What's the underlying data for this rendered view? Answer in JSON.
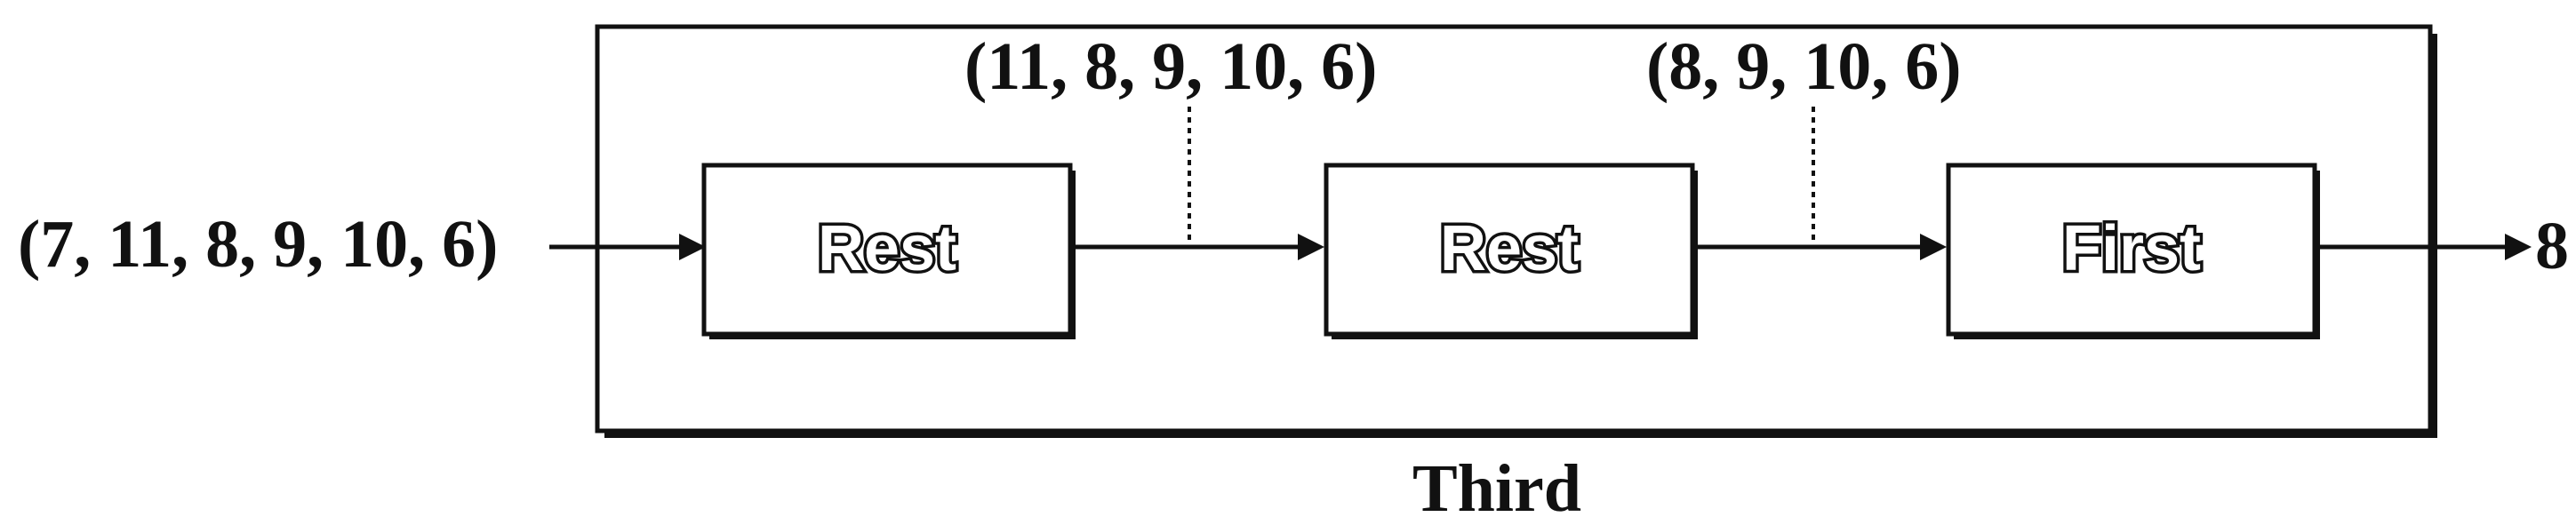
{
  "diagram": {
    "input_list": "(7, 11, 8, 9, 10, 6)",
    "intermediate_1": "(11, 8, 9, 10, 6)",
    "intermediate_2": "(8, 9, 10, 6)",
    "output": "8",
    "caption": "Third",
    "blocks": [
      {
        "label": "Rest"
      },
      {
        "label": "Rest"
      },
      {
        "label": "First"
      }
    ]
  }
}
